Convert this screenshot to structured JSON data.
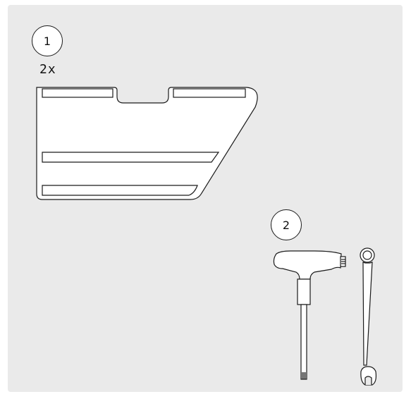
{
  "steps": [
    {
      "number": "1",
      "quantity": "2x"
    },
    {
      "number": "2"
    }
  ],
  "colors": {
    "background": "#ffffff",
    "panel": "#eaeaea",
    "line": "#1a1a1a",
    "part_fill": "#ffffff"
  },
  "icons": [
    "side-panel-part",
    "t-handle-hex-key-icon",
    "combination-wrench-icon"
  ]
}
